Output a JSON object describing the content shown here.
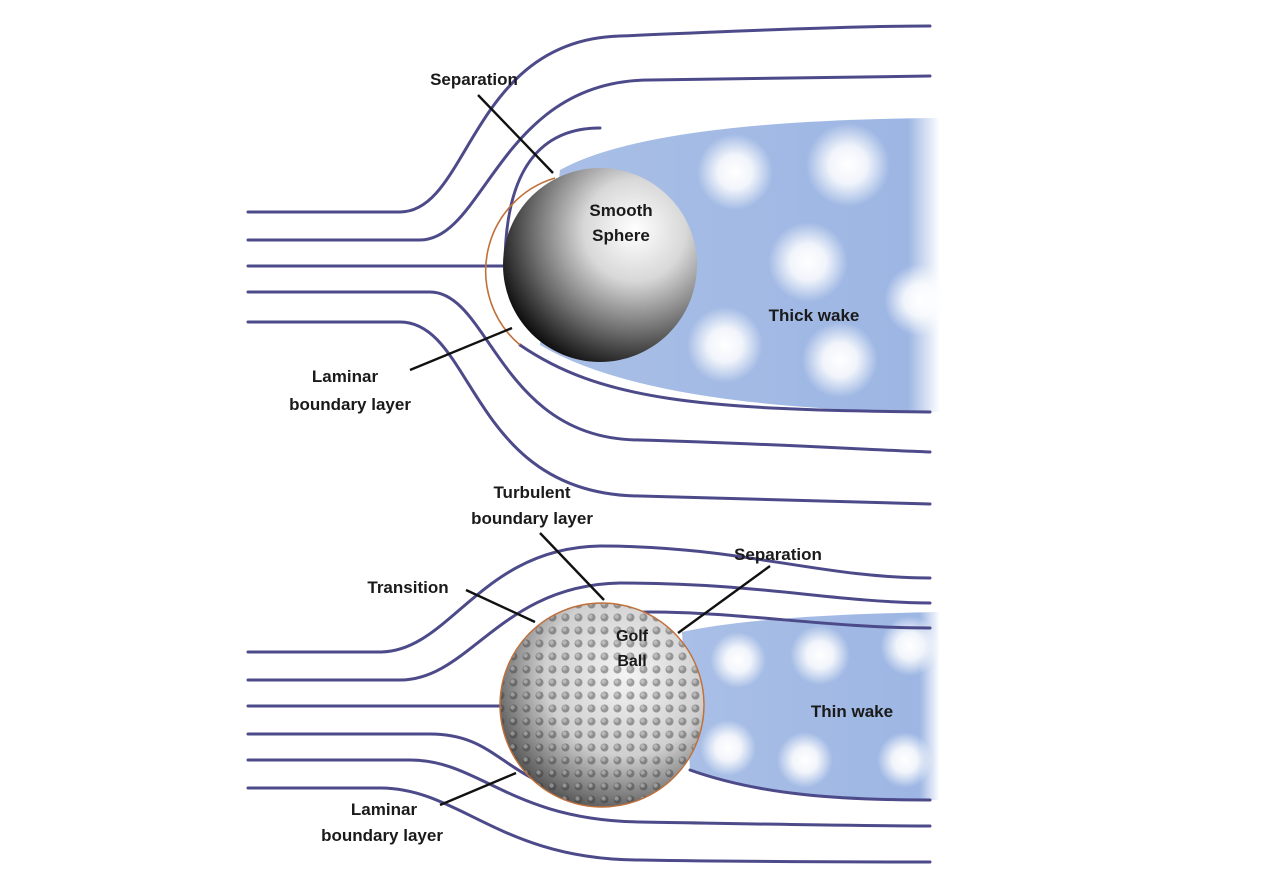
{
  "top_panel": {
    "separation_label": "Separation",
    "sphere_label_line1": "Smooth",
    "sphere_label_line2": "Sphere",
    "wake_label": "Thick wake",
    "laminar_label_line1": "Laminar",
    "laminar_label_line2": "boundary layer"
  },
  "bottom_panel": {
    "turbulent_label_line1": "Turbulent",
    "turbulent_label_line2": "boundary layer",
    "separation_label": "Separation",
    "transition_label": "Transition",
    "ball_label_line1": "Golf",
    "ball_label_line2": "Ball",
    "wake_label": "Thin wake",
    "laminar_label_line1": "Laminar",
    "laminar_label_line2": "boundary layer"
  },
  "colors": {
    "streamline": "#4d4a8a",
    "wake": "#a9bfe6",
    "background": "#ffffff"
  }
}
